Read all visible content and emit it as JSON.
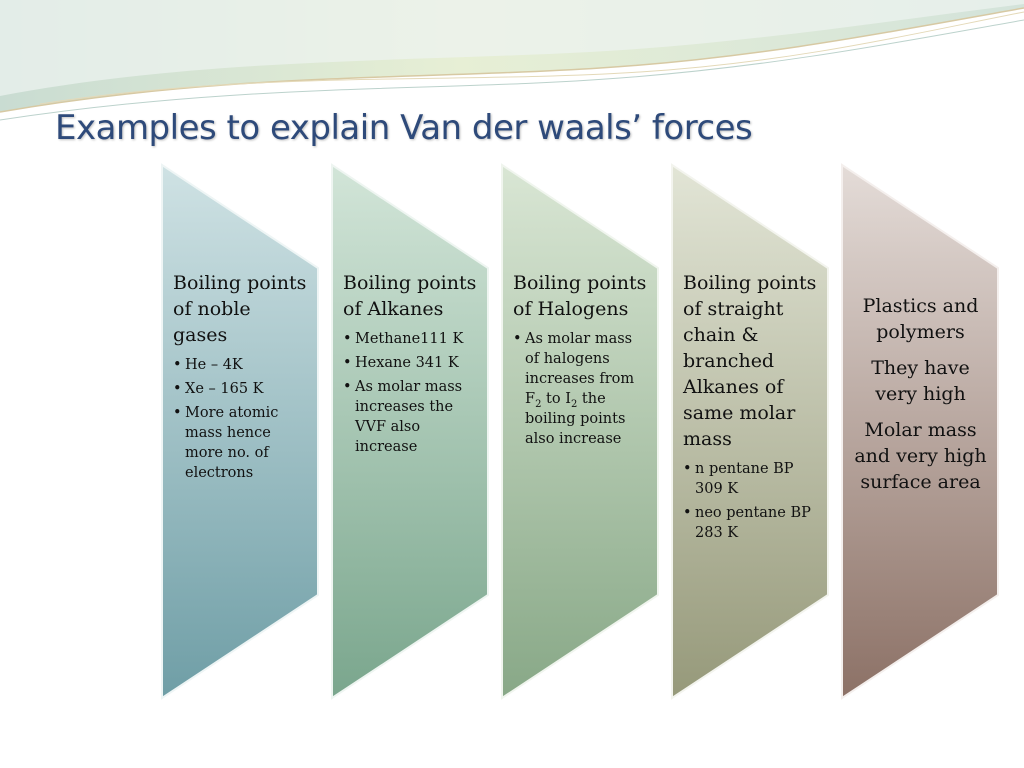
{
  "slide": {
    "title": "Examples to explain Van der waals’ forces",
    "colors": {
      "title": "#2e4a7a",
      "chevron1": "#8db7bd",
      "chevron2": "#95bea5",
      "chevron3": "#a5c0a1",
      "chevron4": "#b7bba0",
      "chevron5": "#b29d97"
    },
    "chevrons": [
      {
        "heading": "Boiling points of noble gases",
        "bullets": [
          "He – 4K",
          "Xe – 165 K",
          "More  atomic mass hence more no. of electrons"
        ]
      },
      {
        "heading": "Boiling points of Alkanes",
        "bullets": [
          "Methane111 K",
          "Hexane 341 K",
          "As molar mass increases the VVF also increase"
        ]
      },
      {
        "heading": "Boiling points of Halogens",
        "bullet1": {
          "pre": "As molar mass of halogens increases from F",
          "sub1": "2",
          "mid": " to I",
          "sub2": "2",
          "post": " the boiling points also increase"
        }
      },
      {
        "heading": "Boiling points of straight chain & branched Alkanes of same molar mass",
        "bullets": [
          "n pentane BP 309 K",
          "neo pentane BP 283 K"
        ]
      },
      {
        "paragraphs": [
          "Plastics and polymers",
          "They have very  high",
          "Molar mass and very high surface area"
        ]
      }
    ]
  }
}
